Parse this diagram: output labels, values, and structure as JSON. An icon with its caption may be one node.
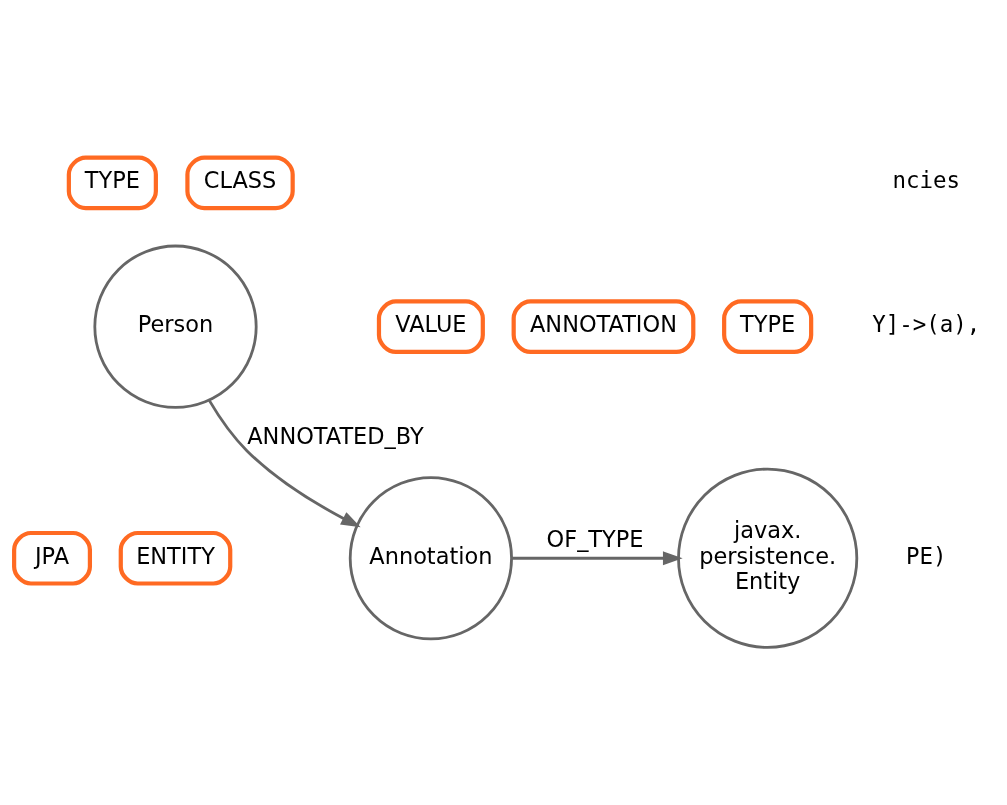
{
  "diagram": {
    "nodes": [
      {
        "text": [
          "TYPE"
        ]
      },
      {
        "text": [
          "CLASS"
        ]
      },
      {
        "text": [
          "Person"
        ]
      },
      {
        "text": [
          "JPA"
        ]
      },
      {
        "text": [
          "ENTITY"
        ]
      },
      {
        "text": [
          "TYPE"
        ]
      },
      {
        "text": [
          "VALUE"
        ]
      },
      {
        "text": [
          "ANNOTATION"
        ]
      },
      {
        "text": [
          "javax. persistence. Entity"
        ]
      },
      {
        "text": [
          "Annotation"
        ]
      }
    ],
    "edges": [
      {
        "from": 2,
        "to": 9,
        "arrow": "to",
        "label": "ANNOTATED_BY"
      },
      {
        "from": 9,
        "to": 8,
        "arrow": "to",
        "label": "OF_TYPE"
      }
    ],
    "labels": [
      "ncies",
      "Y]->(a),",
      "PE)"
    ]
  }
}
